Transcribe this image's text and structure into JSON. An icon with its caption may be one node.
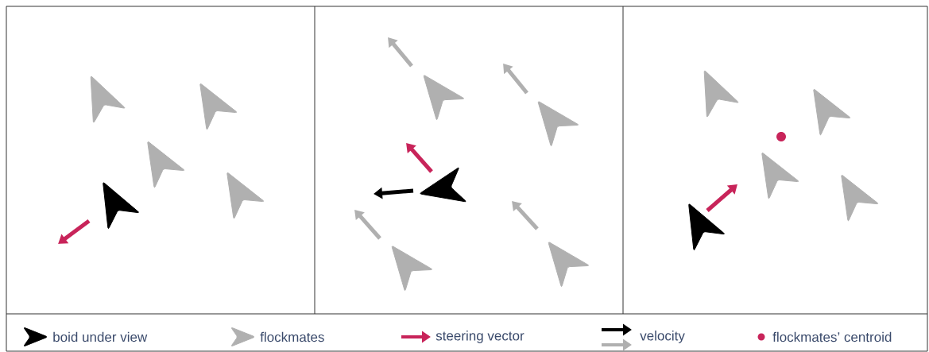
{
  "diagram": {
    "legend": [
      {
        "text": "boid under view"
      },
      {
        "text": "flockmates"
      },
      {
        "text": "steering vector"
      },
      {
        "text": "velocity"
      },
      {
        "text": "flockmates’ centroid"
      }
    ]
  }
}
